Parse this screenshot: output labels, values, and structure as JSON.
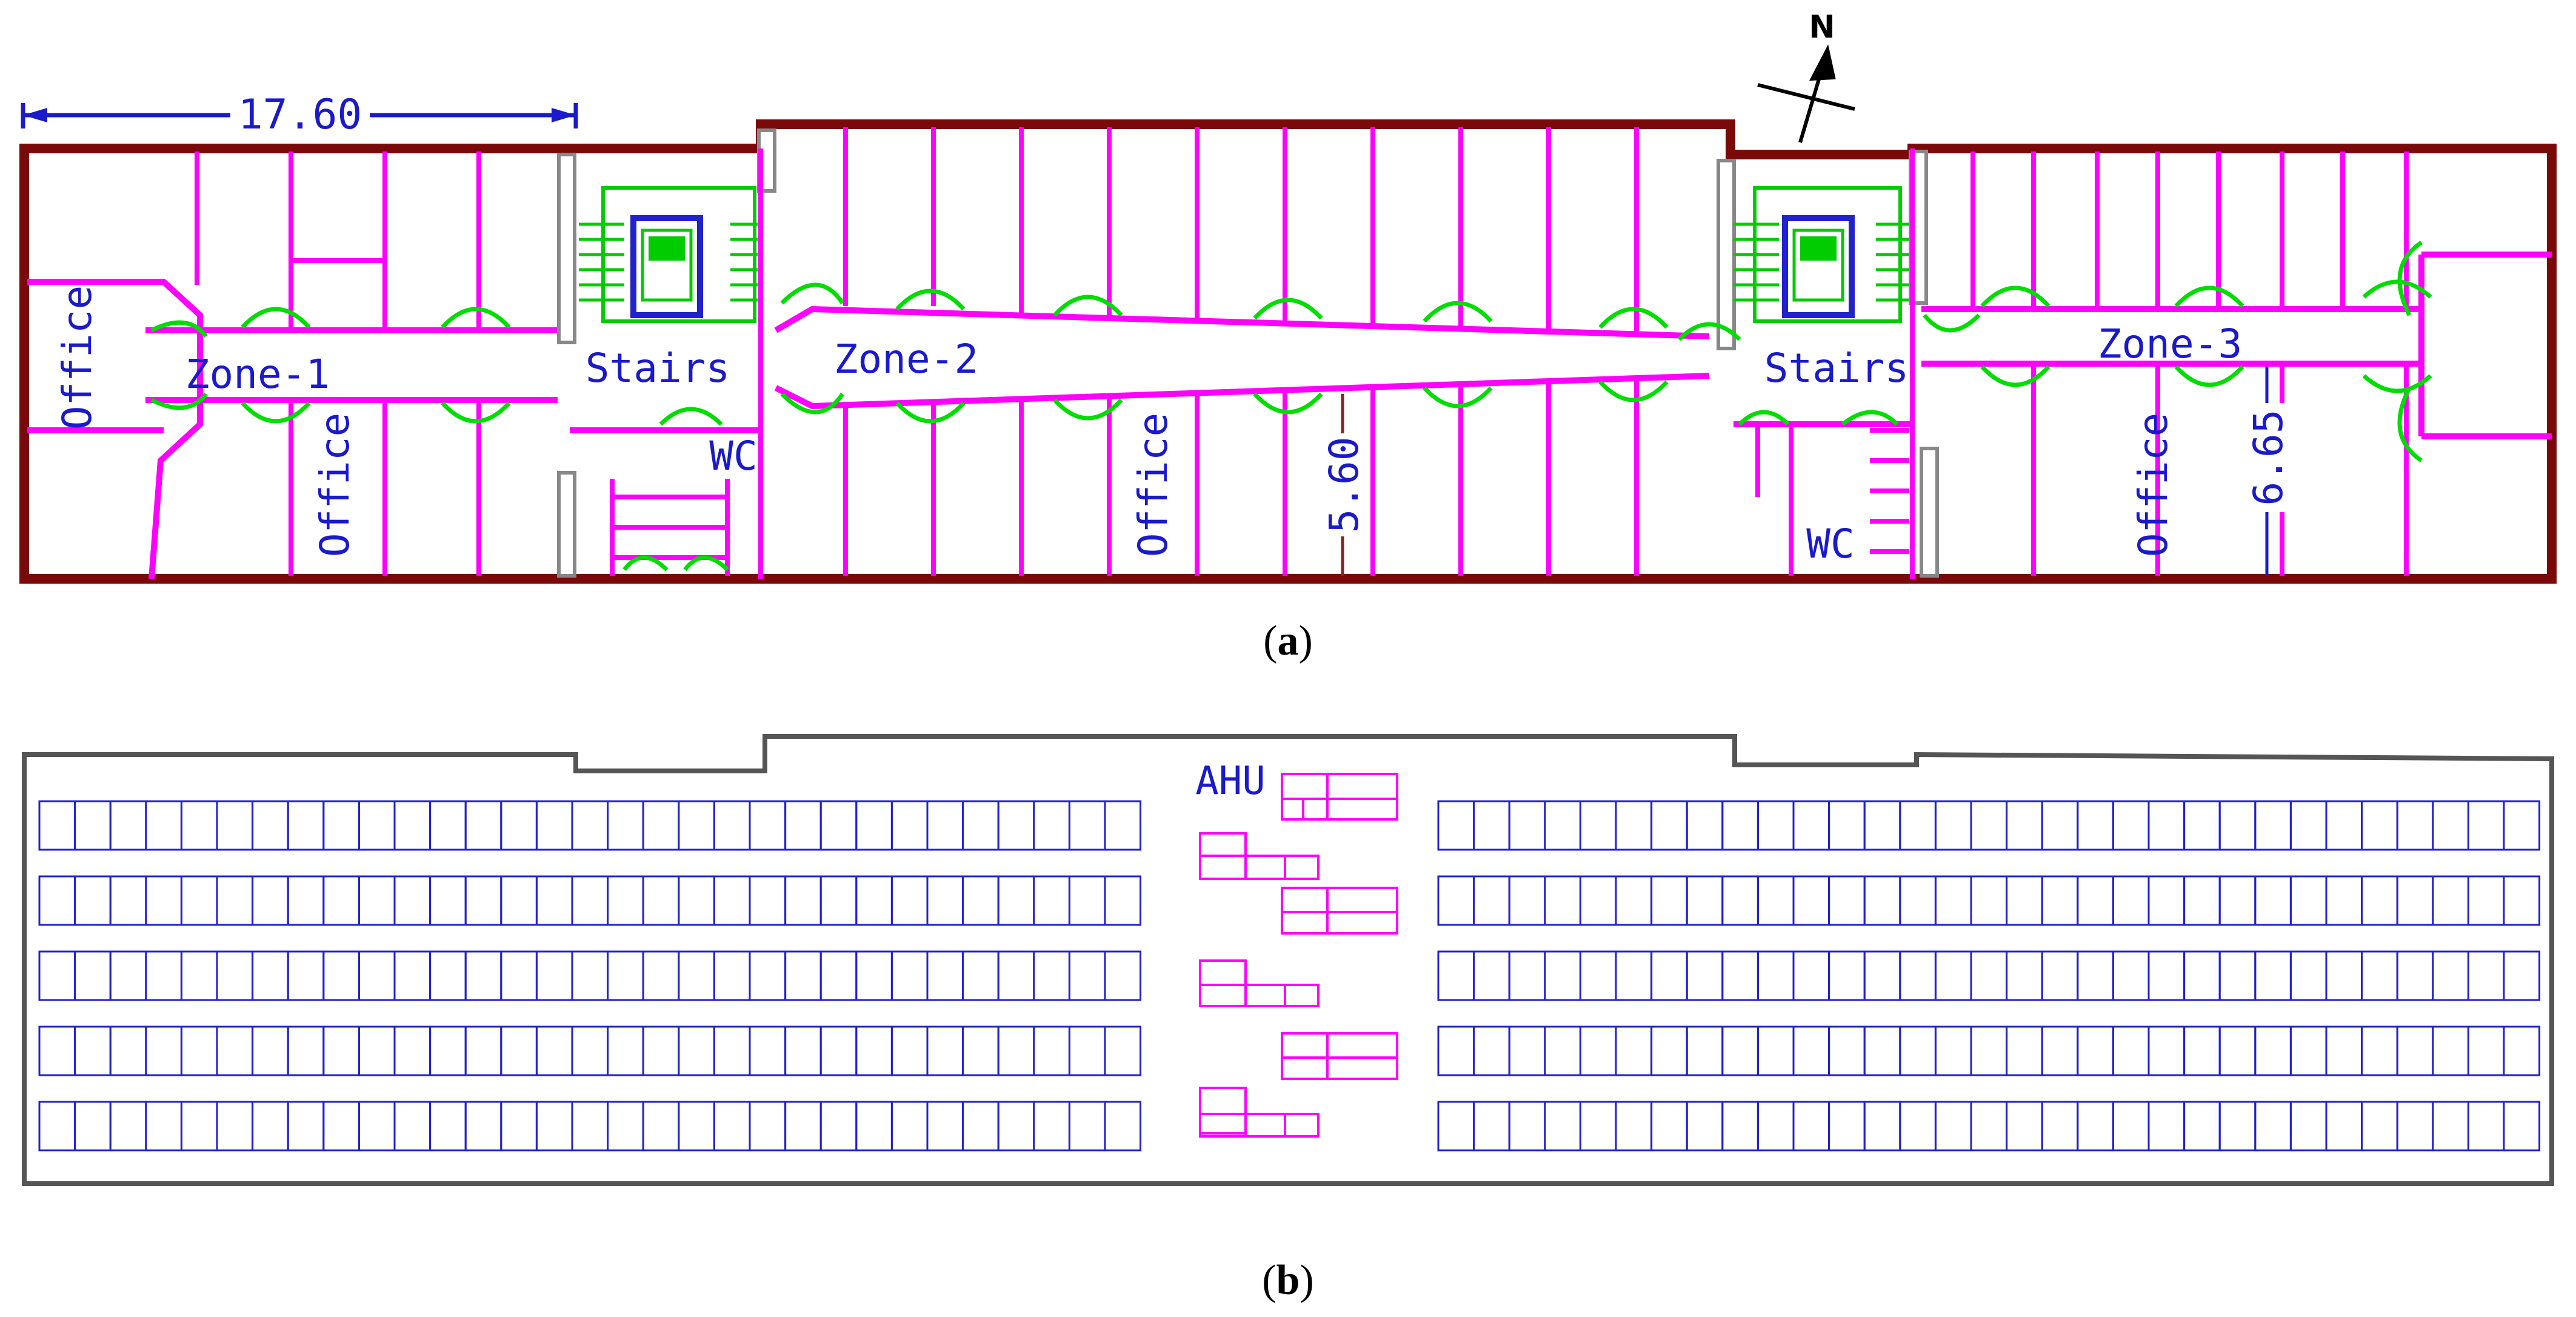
{
  "plan": {
    "dimension_label": "17.60",
    "north_label": "N",
    "zones": [
      "Zone-1",
      "Zone-2",
      "Zone-3"
    ],
    "stairs": [
      "Stairs",
      "Stairs"
    ],
    "wc": [
      "WC",
      "WC"
    ],
    "offices": [
      "Office",
      "Office",
      "Office",
      "Office"
    ],
    "heights": [
      "5.60",
      "6.65"
    ],
    "caption": "a"
  },
  "roof": {
    "ahu_label": "AHU",
    "caption": "b"
  },
  "colors": {
    "wall": "#7a0a0a",
    "partition": "#ff00ff",
    "door": "#00dd00",
    "text": "#1a1acc",
    "outline": "#555555",
    "panel": "#2222cc",
    "ahu": "#ff00ff"
  }
}
